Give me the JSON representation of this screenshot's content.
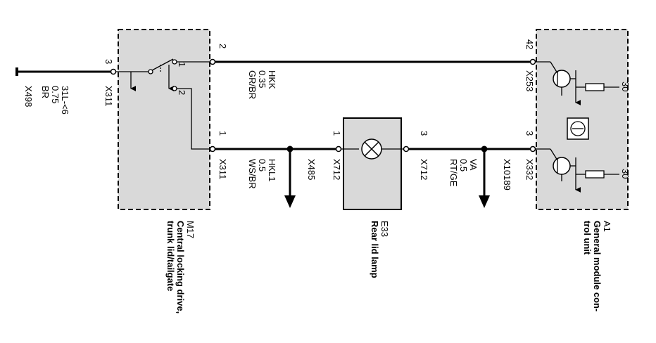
{
  "components": {
    "m17": {
      "id": "M17",
      "desc1": "Central locking drive,",
      "desc2": "trunk lid/tailgate"
    },
    "e33": {
      "id": "E33",
      "desc1": "Rear lid lamp"
    },
    "a1": {
      "id": "A1",
      "desc1": "General module con-",
      "desc2": "trol unit"
    }
  },
  "connectors": {
    "x498": "X498",
    "x311_left": "X311",
    "x311_bottom": "X311",
    "x485": "X485",
    "x712_left": "X712",
    "x712_right": "X712",
    "x10189": "X10189",
    "x332": "X332",
    "x253": "X253"
  },
  "wires": {
    "ground": {
      "id": "31L-<6",
      "gauge": "0.75",
      "color": "BR"
    },
    "hkk": {
      "id": "HKK",
      "gauge": "0.35",
      "color": "GR/BR"
    },
    "hkl1": {
      "id": "HKL1",
      "gauge": "0.5",
      "color": "WS/BR"
    },
    "va": {
      "id": "VA",
      "gauge": "0.5",
      "color": "RT/GE"
    }
  },
  "pins": {
    "m17_in": "3",
    "m17_top": "2",
    "m17_bottom": "1",
    "sw_1": "1",
    "sw_2": "2",
    "e33_left": "1",
    "e33_right": "3",
    "a1_top": "42",
    "a1_bottom": "3",
    "a1_top_term": "30",
    "a1_bottom_term": "30"
  }
}
